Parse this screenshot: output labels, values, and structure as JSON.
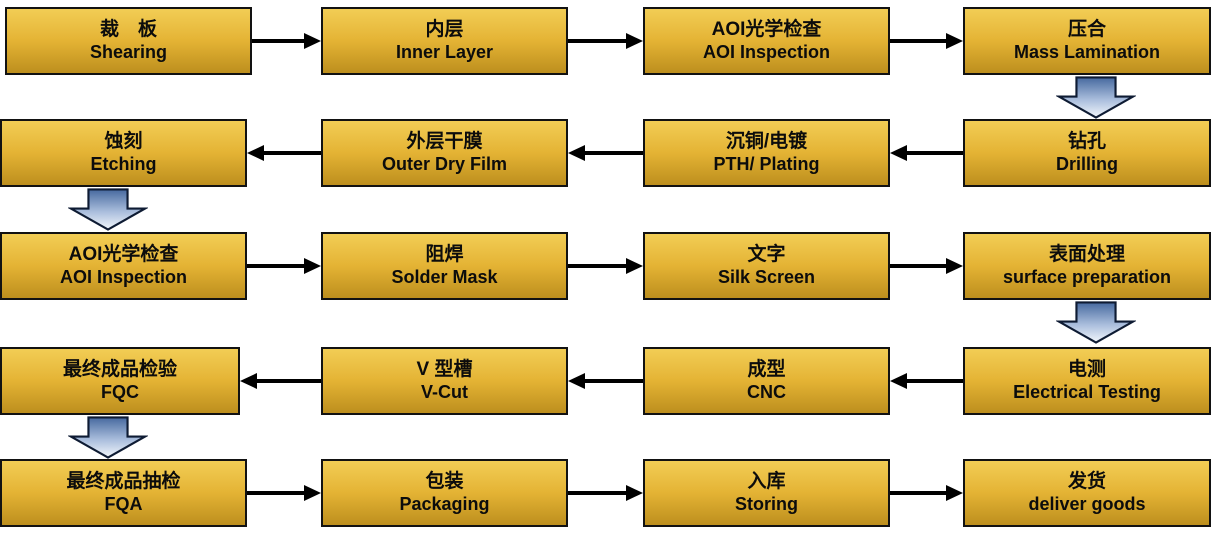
{
  "diagram_type": "process-flowchart",
  "colors": {
    "background": "#FFFFFF",
    "node_fill_top": "#F2CD55",
    "node_fill_bottom": "#BD8F1E",
    "node_border": "#121212",
    "node_text": "#0C0C0C",
    "connector": "#000000",
    "down_arrow_fill_top": "#46699F",
    "down_arrow_fill_bottom": "#F2F7FC",
    "down_arrow_border": "#0E1B33"
  },
  "rows": [
    {
      "flow": "left-to-right",
      "cells": [
        {
          "zh": "裁　板",
          "en": "Shearing"
        },
        {
          "zh": "内层",
          "en": "Inner Layer"
        },
        {
          "zh": "AOI光学检查",
          "en": "AOI Inspection"
        },
        {
          "zh": "压合",
          "en": "Mass Lamination"
        }
      ]
    },
    {
      "flow": "right-to-left",
      "cells": [
        {
          "zh": "蚀刻",
          "en": "Etching"
        },
        {
          "zh": "外层干膜",
          "en": "Outer Dry Film"
        },
        {
          "zh": "沉铜/电镀",
          "en": "PTH/ Plating"
        },
        {
          "zh": "钻孔",
          "en": "Drilling"
        }
      ]
    },
    {
      "flow": "left-to-right",
      "cells": [
        {
          "zh": "AOI光学检查",
          "en": "AOI Inspection"
        },
        {
          "zh": "阻焊",
          "en": "Solder Mask"
        },
        {
          "zh": "文字",
          "en": "Silk Screen"
        },
        {
          "zh": "表面处理",
          "en": "surface preparation"
        }
      ]
    },
    {
      "flow": "right-to-left",
      "cells": [
        {
          "zh": "最终成品检验",
          "en": "FQC"
        },
        {
          "zh": "V 型槽",
          "en": "V-Cut"
        },
        {
          "zh": "成型",
          "en": "CNC"
        },
        {
          "zh": "电测",
          "en": "Electrical Testing"
        }
      ]
    },
    {
      "flow": "left-to-right",
      "cells": [
        {
          "zh": "最终成品抽检",
          "en": "FQA"
        },
        {
          "zh": "包装",
          "en": "Packaging"
        },
        {
          "zh": "入库",
          "en": "Storing"
        },
        {
          "zh": "发货",
          "en": "deliver goods"
        }
      ]
    }
  ],
  "down_transitions": [
    {
      "from": "Mass Lamination",
      "to": "Drilling",
      "column": "right"
    },
    {
      "from": "Etching",
      "to": "AOI Inspection",
      "column": "left"
    },
    {
      "from": "surface preparation",
      "to": "Electrical Testing",
      "column": "right"
    },
    {
      "from": "FQC",
      "to": "FQA",
      "column": "left"
    }
  ]
}
